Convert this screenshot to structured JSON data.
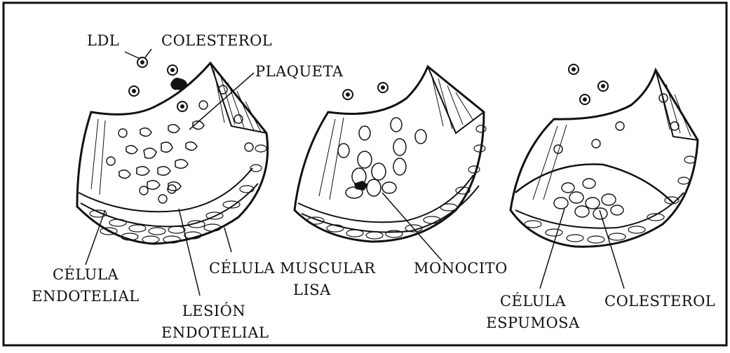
{
  "labels": {
    "ldl": "LDL",
    "colesterol_top": "COLESTEROL",
    "plaqueta": "PLAQUETA",
    "celula_endotelial_1": "CÉLULA",
    "celula_endotelial_2": "ENDOTELIAL",
    "lesion_endotelial_1": "LESIÓN",
    "lesion_endotelial_2": "ENDOTELIAL",
    "celula_muscular_1": "CÉLULA MUSCULAR",
    "celula_muscular_2": "LISA",
    "monocito": "MONOCITO",
    "celula_espumosa_1": "CÉLULA",
    "celula_espumosa_2": "ESPUMOSA",
    "colesterol_bottom": "COLESTEROL"
  },
  "colors": {
    "ink": "#111111",
    "background": "#ffffff"
  }
}
